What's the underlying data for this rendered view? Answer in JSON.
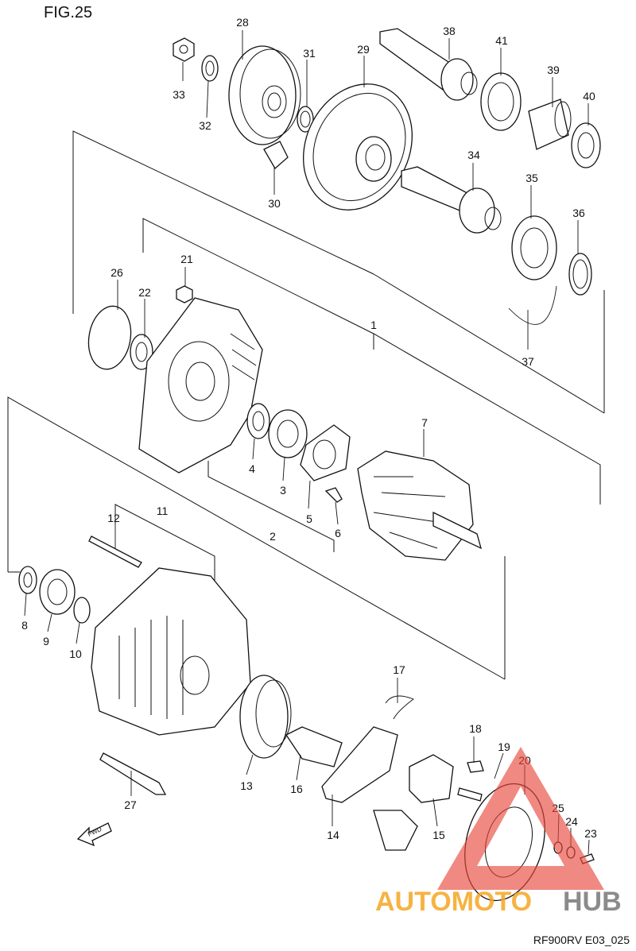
{
  "figure_title": "FIG.25",
  "drawing_code": "RF900RV E03_025",
  "watermark": {
    "brand_part1": "AUTOMOTO",
    "brand_part2": "HUB",
    "color_triangle": "#e8473a",
    "color_part1": "#f5a623",
    "color_part2": "#777777"
  },
  "parts": {
    "p1": "1",
    "p2": "2",
    "p3": "3",
    "p4": "4",
    "p5": "5",
    "p6": "6",
    "p7": "7",
    "p8": "8",
    "p9": "9",
    "p10": "10",
    "p11": "11",
    "p12": "12",
    "p13": "13",
    "p14": "14",
    "p15": "15",
    "p16": "16",
    "p17": "17",
    "p18": "18",
    "p19": "19",
    "p20": "20",
    "p21": "21",
    "p22": "22",
    "p23": "23",
    "p24": "24",
    "p25": "25",
    "p26": "26",
    "p27": "27",
    "p28": "28",
    "p29": "29",
    "p30": "30",
    "p31": "31",
    "p32": "32",
    "p33": "33",
    "p34": "34",
    "p35": "35",
    "p36": "36",
    "p37": "37",
    "p38": "38",
    "p39": "39",
    "p40": "40",
    "p41": "41"
  },
  "fwd_arrow_label": "FWD"
}
